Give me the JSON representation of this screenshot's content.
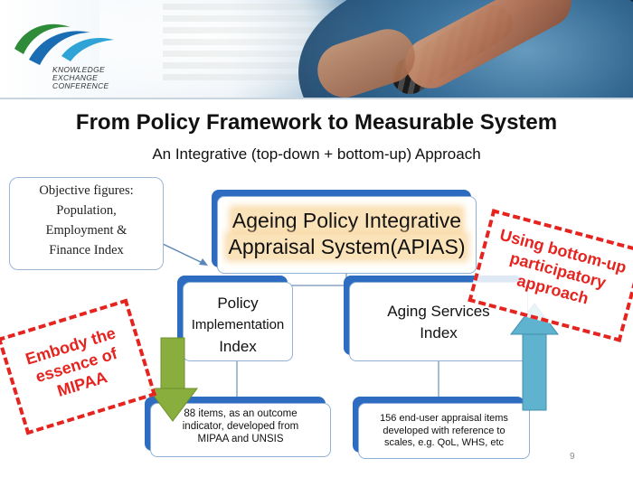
{
  "logo": {
    "lines": [
      "KNOWLEDGE",
      "EXCHANGE",
      "CONFERENCE"
    ]
  },
  "title": "From Policy Framework to Measurable System",
  "subtitle": "An Integrative (top-down + bottom-up) Approach",
  "objective_box": {
    "lines": [
      "Objective figures:",
      "Population,",
      "Employment &",
      "Finance Index"
    ]
  },
  "apias_box": {
    "lines": [
      "Ageing Policy Integrative",
      "Appraisal System(APIAS)"
    ]
  },
  "policy_box": {
    "lines": [
      "Policy",
      "Implementation",
      "Index"
    ]
  },
  "aging_box": {
    "lines": [
      "Aging Services",
      "Index"
    ]
  },
  "items88_box": {
    "lines": [
      "88 items, as an outcome",
      "indicator, developed from",
      "MIPAA and UNSIS"
    ]
  },
  "items156_box": {
    "lines": [
      "156 end-user appraisal items",
      "developed with reference to",
      "scales, e.g. QoL, WHS, etc"
    ]
  },
  "callout_left": {
    "lines": [
      "Embody the",
      "essence of",
      "MIPAA"
    ]
  },
  "callout_right": {
    "lines": [
      "Using bottom-up",
      "participatory",
      "approach"
    ]
  },
  "page_number": "9",
  "colors": {
    "accent_blue": "#2d6cc0",
    "callout_red": "#e52420",
    "arrow_green": "#8aae3e",
    "arrow_teal": "#5fb3cf",
    "highlight_orange": "#fbe3b9"
  }
}
